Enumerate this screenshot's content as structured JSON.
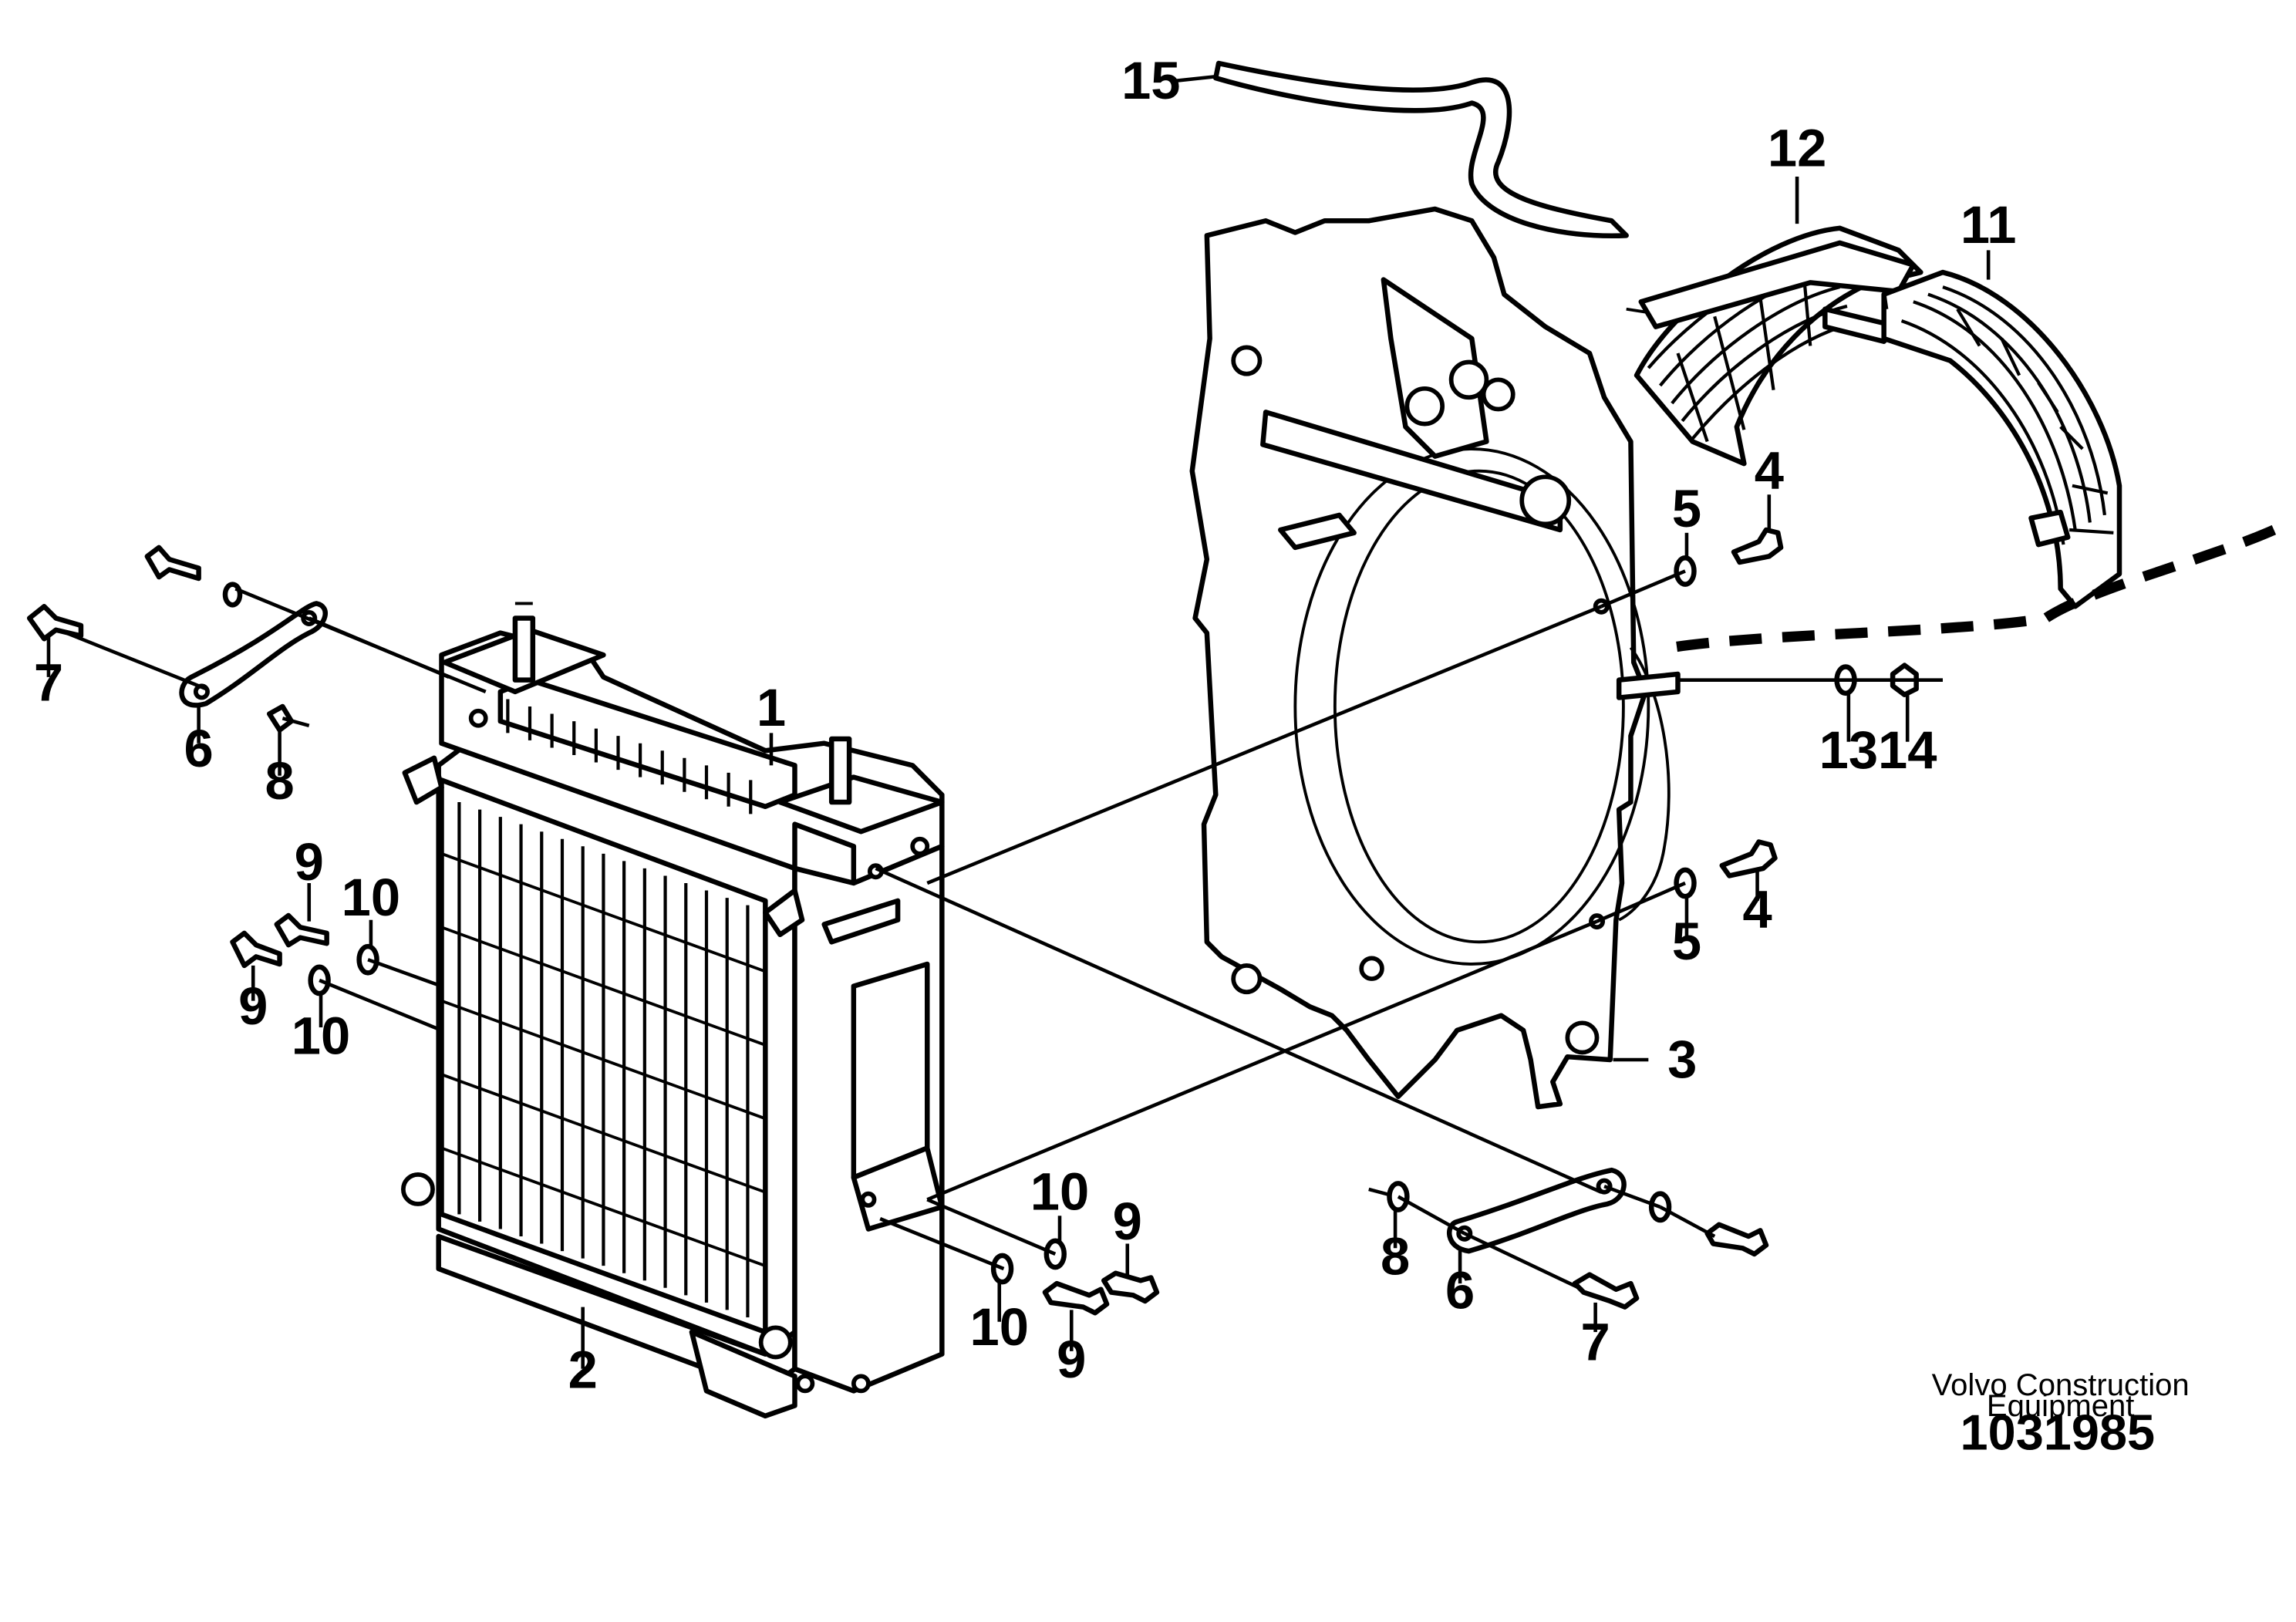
{
  "callouts": {
    "c1": "1",
    "c2": "2",
    "c3": "3",
    "c4a": "4",
    "c4b": "4",
    "c5a": "5",
    "c5b": "5",
    "c6a": "6",
    "c6b": "6",
    "c7a": "7",
    "c7b": "7",
    "c8a": "8",
    "c8b": "8",
    "c9a": "9",
    "c9b": "9",
    "c9c": "9",
    "c9d": "9",
    "c10a": "10",
    "c10b": "10",
    "c10c": "10",
    "c10d": "10",
    "c11": "11",
    "c12": "12",
    "c13": "13",
    "c14": "14",
    "c15": "15"
  },
  "footer": {
    "credit_line1": "Volvo Construction",
    "credit_line2": "Equipment",
    "document_number": "1031985"
  }
}
